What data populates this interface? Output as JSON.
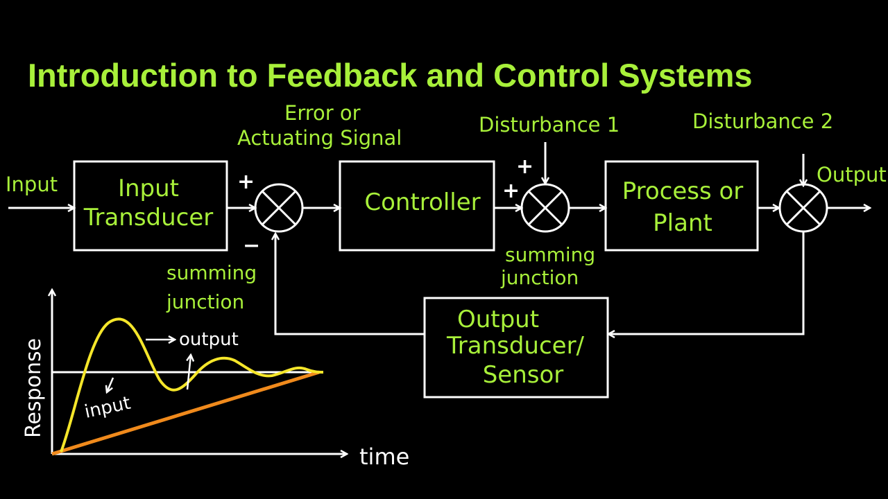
{
  "title": "Introduction to Feedback and Control Systems",
  "colors": {
    "background": "#000000",
    "label": "#a8f03a",
    "line": "#ffffff",
    "input_curve": "#f08a1c",
    "output_curve": "#f5e62a"
  },
  "labels": {
    "input": "Input",
    "output": "Output",
    "error_line1": "Error or",
    "error_line2": "Actuating Signal",
    "disturbance1": "Disturbance 1",
    "disturbance2": "Disturbance 2",
    "summing1_line1": "summing",
    "summing1_line2": "junction",
    "summing2_line1": "summing",
    "summing2_line2": "junction"
  },
  "blocks": {
    "input_transducer": {
      "line1": "Input",
      "line2": "Transducer"
    },
    "controller": {
      "line1": "Controller"
    },
    "process": {
      "line1": "Process or",
      "line2": "Plant"
    },
    "output_transducer": {
      "line1": "Output",
      "line2": "Transducer/",
      "line3": "Sensor"
    }
  },
  "signs": {
    "plus": "+",
    "minus": "−"
  },
  "graph": {
    "ylabel": "Response",
    "xlabel": "time",
    "input_label": "input",
    "output_label": "output"
  }
}
